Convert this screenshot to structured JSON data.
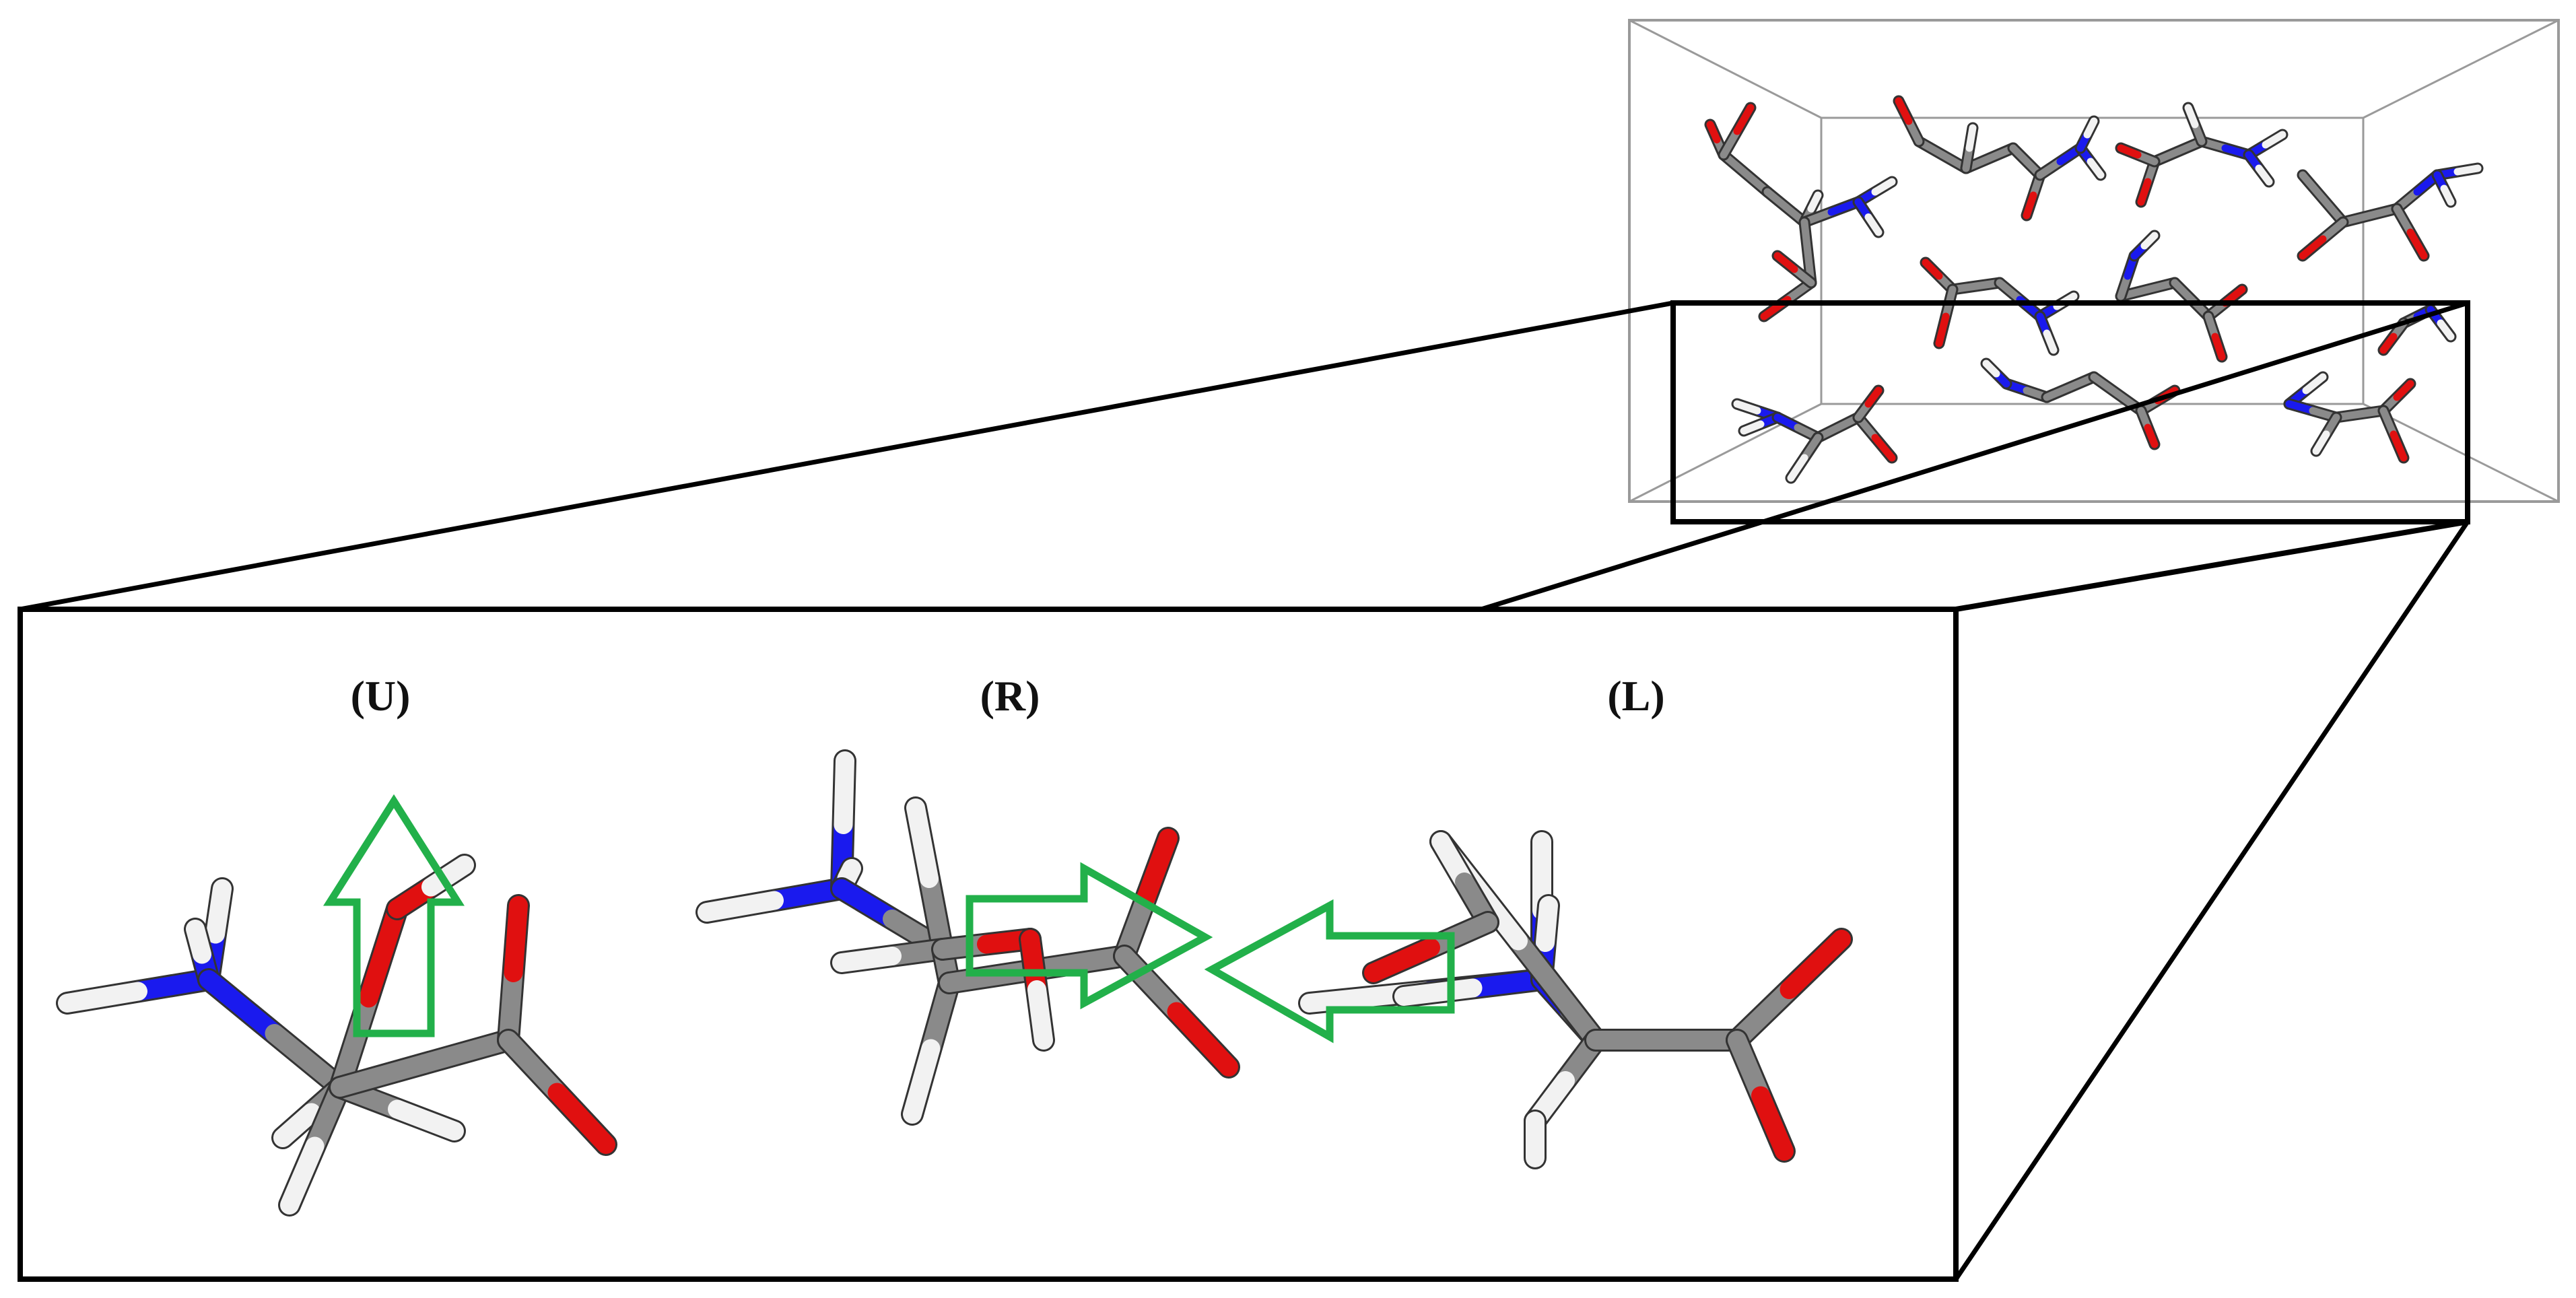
{
  "figure": {
    "panels": [
      {
        "id": "U",
        "label": "(U)",
        "arrow_direction": "up"
      },
      {
        "id": "R",
        "label": "(R)",
        "arrow_direction": "right"
      },
      {
        "id": "L",
        "label": "(L)",
        "arrow_direction": "left"
      }
    ],
    "colors": {
      "carbon": "#8a8a8a",
      "carbon_shade": "#5c5c5c",
      "hydrogen": "#f2f2f2",
      "nitrogen": "#1a1aee",
      "oxygen": "#e01010",
      "arrow": "#22b04a",
      "frame": "#000000",
      "box": "#9a9a9a"
    },
    "icons": {
      "up_arrow": "hollow-up-arrow",
      "right_arrow": "hollow-right-arrow",
      "left_arrow": "hollow-left-arrow"
    }
  }
}
